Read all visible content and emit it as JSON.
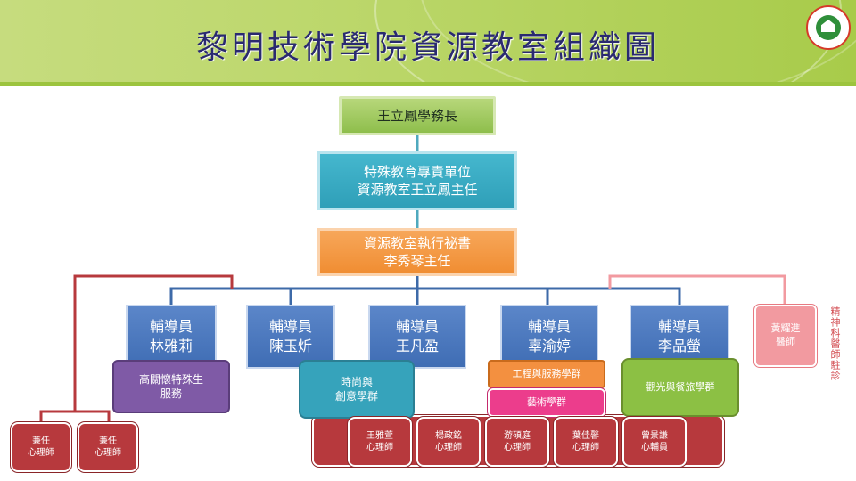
{
  "title": "黎明技術學院資源教室組織圖",
  "logo": "school-logo",
  "top": "王立鳳學務長",
  "unit": {
    "line1": "特殊教育專責單位",
    "line2": "資源教室王立鳳主任"
  },
  "secretary": {
    "line1": "資源教室執行祕書",
    "line2": "李秀琴主任"
  },
  "counselors": [
    {
      "role": "輔導員",
      "name": "林雅莉"
    },
    {
      "role": "輔導員",
      "name": "陳玉炘"
    },
    {
      "role": "輔導員",
      "name": "王凡盈"
    },
    {
      "role": "輔導員",
      "name": "辜渝婷"
    },
    {
      "role": "輔導員",
      "name": "李品螢"
    }
  ],
  "doctor": {
    "line1": "黃耀進",
    "line2": "醫師"
  },
  "vertical_note": "精神科醫師駐診",
  "groups": {
    "care": {
      "line1": "高關懷特殊生",
      "line2": "服務"
    },
    "fashion": {
      "line1": "時尚與",
      "line2": "創意學群"
    },
    "engineering": "工程與服務學群",
    "arts": "藝術學群",
    "tourism": "觀光與餐旅學群"
  },
  "part_time": [
    {
      "line1": "兼任",
      "line2": "心理師"
    },
    {
      "line1": "兼任",
      "line2": "心理師"
    }
  ],
  "psychologists": [
    {
      "line1": "王雅萱",
      "line2": "心理師"
    },
    {
      "line1": "楊政銘",
      "line2": "心理師"
    },
    {
      "line1": "游碩庭",
      "line2": "心理師"
    },
    {
      "line1": "葉佳馨",
      "line2": "心理師"
    },
    {
      "line1": "曾景謙",
      "line2": "心輔員"
    }
  ],
  "colors": {
    "line_blue": "#3d6aa8",
    "line_red": "#b7393d",
    "line_pink": "#f29aa0",
    "line_teal": "#4fa9be"
  }
}
